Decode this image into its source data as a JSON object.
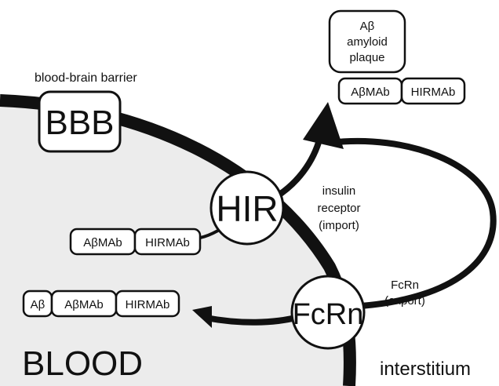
{
  "labels": {
    "bbb_caption": "blood-brain barrier",
    "bbb": "BBB",
    "hir": "HIR",
    "hir_caption": [
      "insulin",
      "receptor",
      "(import)"
    ],
    "fcrn": "FcRn",
    "fcrn_caption": [
      "FcRn",
      "(export)"
    ],
    "plaque": [
      "Aβ",
      "amyloid",
      "plaque"
    ],
    "blood": "BLOOD",
    "interstitium": "interstitium"
  },
  "complexes": {
    "top": [
      "AβMAb",
      "HIRMAb"
    ],
    "middle": [
      "AβMAb",
      "HIRMAb"
    ],
    "bottom": [
      "Aβ",
      "AβMAb",
      "HIRMAb"
    ]
  },
  "colors": {
    "blood_fill": "#ececec",
    "stroke": "#111111",
    "background": "#ffffff"
  }
}
